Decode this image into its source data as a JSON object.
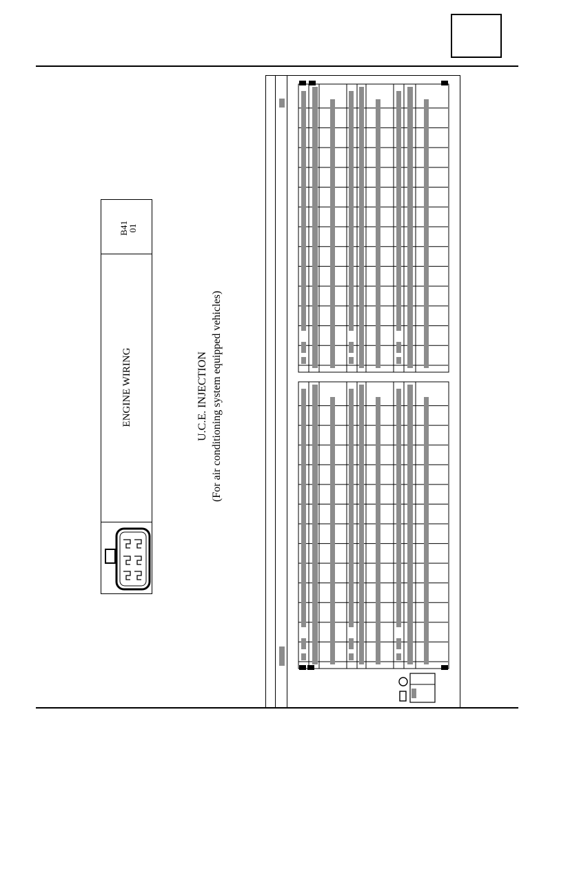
{
  "header": {
    "box_label": ""
  },
  "connector": {
    "name": "ENGINE WIRING",
    "code_line1": "B41",
    "code_line2": "01",
    "icon": "connector-plug-icon"
  },
  "title": {
    "line1": "U.C.E. INJECTION",
    "line2": "(For air conditioning system equipped vehicles)"
  },
  "table": {
    "fill_color": "#8c8c8c",
    "upper_rows": 14,
    "lower_rows": 14
  }
}
